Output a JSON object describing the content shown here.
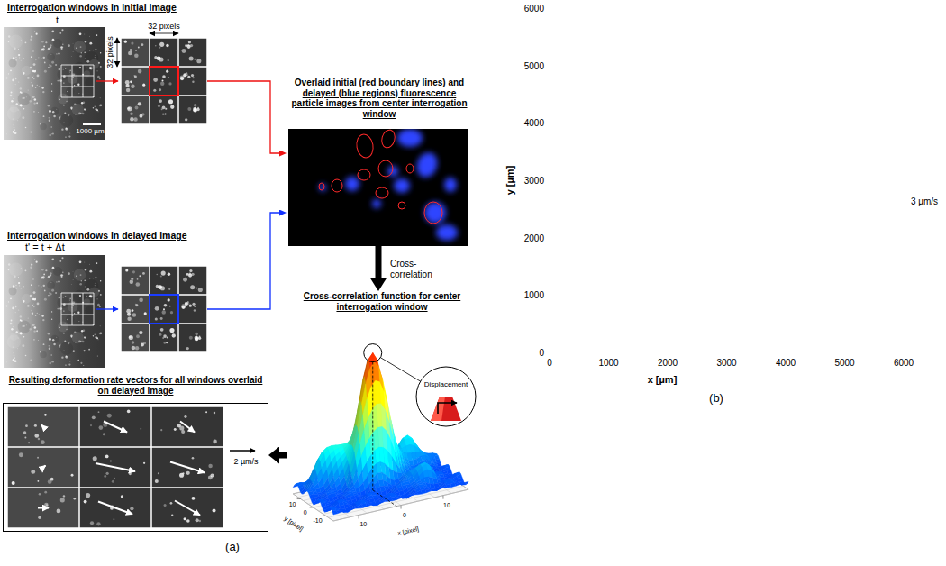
{
  "diagram": {
    "nodes": [
      {
        "text": [
          "Interrogation windows in initial image",
          "t"
        ]
      },
      {
        "text": [
          "Interrogation windows in delayed image",
          "t' = t + Δt"
        ]
      },
      {
        "text": [
          "Overlaid initial (red boundary lines) and delayed (blue regions) fluorescence particle images from center interrogation window"
        ]
      },
      {
        "text": [
          "Cross-correlation function for center interrogation window"
        ]
      },
      {
        "text": [
          "Resulting deformation rate vectors for all windows overlaid on delayed image"
        ]
      }
    ],
    "edges": [
      {
        "from": 0,
        "to": 2,
        "arrow": "to"
      },
      {
        "from": 1,
        "to": 2,
        "arrow": "to"
      },
      {
        "from": 2,
        "to": 3,
        "label": "Cross-correlation",
        "arrow": "to"
      },
      {
        "from": 3,
        "to": 4,
        "arrow": "to"
      }
    ],
    "labels": [
      "32 pixels",
      "32 pixels",
      "1000 µm",
      "Displacement",
      "y [pixel]",
      "10",
      "0",
      "-10",
      "x [pixel]",
      "-10",
      "0",
      "10",
      "2 µm/s",
      "(a)",
      "y [µm]",
      "6000",
      "5000",
      "4000",
      "3000",
      "2000",
      "1000",
      "0",
      "x [µm]",
      "0",
      "1000",
      "2000",
      "3000",
      "4000",
      "5000",
      "6000",
      "3 µm/s",
      "(b)"
    ]
  }
}
